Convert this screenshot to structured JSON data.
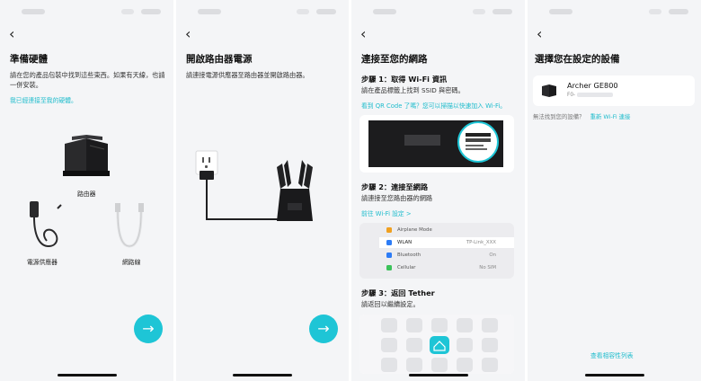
{
  "screens": [
    {
      "title": "準備硬體",
      "description": "請在您的產品包裝中找到這些東西。如果有天線，也請一併安裝。",
      "link": "我已經連接至我的硬體。",
      "items": {
        "router": "路由器",
        "adapter": "電源供應器",
        "cable": "網路線"
      },
      "next_icon": "arrow-right-icon"
    },
    {
      "title": "開啟路由器電源",
      "description": "請連接電源供應器至路由器並開啟路由器。",
      "next_icon": "arrow-right-icon"
    },
    {
      "title": "連接至您的網路",
      "step1": {
        "title": "步驟 1：取得 Wi-Fi 資訊",
        "description": "請在產品標籤上找到 SSID 與密碼。",
        "link": "看到 QR Code 了嗎？您可以掃描以快速加入 Wi-Fi。"
      },
      "step2": {
        "title": "步驟 2：連接至網路",
        "description": "請連接至您路由器的網路",
        "link": "前往 Wi-Fi 設定 >",
        "settings": [
          {
            "label": "Airplane Mode",
            "value": ""
          },
          {
            "label": "WLAN",
            "value": "TP-Link_XXX"
          },
          {
            "label": "Bluetooth",
            "value": "On"
          },
          {
            "label": "Cellular",
            "value": "No SIM"
          }
        ]
      },
      "step3": {
        "title": "步驟 3：返回 Tether",
        "description": "請返回以繼續設定。"
      }
    },
    {
      "title": "選擇您在設定的設備",
      "device": {
        "name": "Archer GE800",
        "mac": "F0-"
      },
      "not_found": "無法找到您的設備？",
      "rescan_link": "重新 Wi-Fi 連接",
      "compat_link": "查看相容性列表"
    }
  ],
  "colors": {
    "accent": "#1ec5d6",
    "link": "#1ebccc",
    "background": "#f4f5f7",
    "text": "#111111"
  }
}
